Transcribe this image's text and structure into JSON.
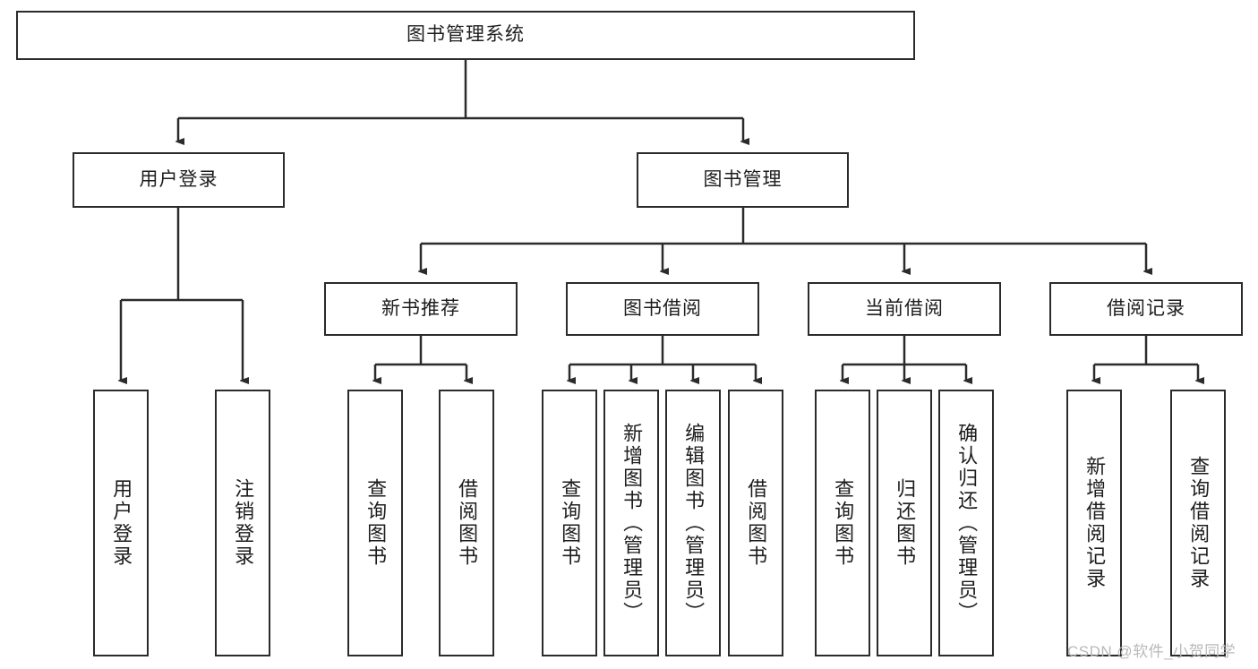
{
  "diagram": {
    "title": "图书管理系统",
    "type": "hierarchy-tree",
    "root": {
      "id": "root",
      "label": "图书管理系统"
    },
    "level2": [
      {
        "id": "user-login",
        "label": "用户登录"
      },
      {
        "id": "book-management",
        "label": "图书管理"
      }
    ],
    "level3": [
      {
        "id": "new-book-recommend",
        "label": "新书推荐"
      },
      {
        "id": "book-borrow",
        "label": "图书借阅"
      },
      {
        "id": "current-borrow",
        "label": "当前借阅"
      },
      {
        "id": "borrow-record",
        "label": "借阅记录"
      }
    ],
    "leaves": {
      "user_login": [
        {
          "id": "leaf-user-login",
          "label": "用户登录"
        },
        {
          "id": "leaf-logout-login",
          "label": "注销登录"
        }
      ],
      "new_book_recommend": [
        {
          "id": "leaf-query-book-1",
          "label": "查询图书"
        },
        {
          "id": "leaf-borrow-book-1",
          "label": "借阅图书"
        }
      ],
      "book_borrow": [
        {
          "id": "leaf-query-book-2",
          "label": "查询图书"
        },
        {
          "id": "leaf-add-book",
          "label": "新增图书（管理员）"
        },
        {
          "id": "leaf-edit-book",
          "label": "编辑图书（管理员）"
        },
        {
          "id": "leaf-borrow-book-2",
          "label": "借阅图书"
        }
      ],
      "current_borrow": [
        {
          "id": "leaf-query-book-3",
          "label": "查询图书"
        },
        {
          "id": "leaf-return-book",
          "label": "归还图书"
        },
        {
          "id": "leaf-confirm-return",
          "label": "确认归还（管理员）"
        }
      ],
      "borrow_record": [
        {
          "id": "leaf-add-record",
          "label": "新增借阅记录"
        },
        {
          "id": "leaf-query-record",
          "label": "查询借阅记录"
        }
      ]
    },
    "colors": {
      "stroke": "#2b2b2b",
      "fill": "#ffffff",
      "text": "#1d1d1d",
      "watermark": "#b9b9b9"
    }
  },
  "watermark": {
    "text": "CSDN @软件_小贺同学"
  }
}
